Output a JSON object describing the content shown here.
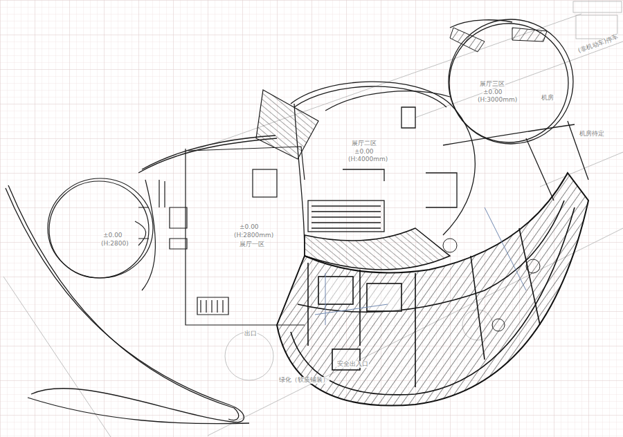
{
  "diagram": {
    "labels": [
      "展厅三区",
      "±0.00",
      "(H:3000mm)",
      "机房",
      "展厅二区",
      "±0.00",
      "(H:4000mm)",
      "±0.00",
      "(H:2800mm)",
      "展厅一区",
      "±0.00",
      "(H:2800)",
      "机房待定",
      "出口",
      "安全出入口",
      "绿化（软质铺装）",
      "(非机动车)停车"
    ]
  }
}
